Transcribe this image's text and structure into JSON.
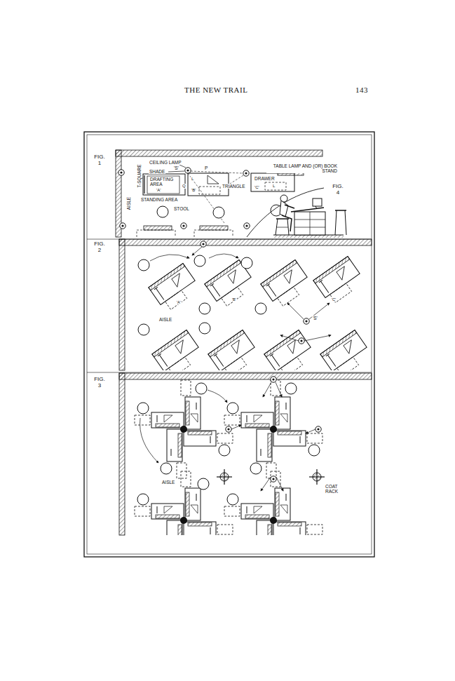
{
  "diagram": {
    "labels": [
      "THE NEW TRAIL",
      "143",
      "FIG. 1",
      "CEILING LAMP",
      "SHADE",
      "'S'",
      "P",
      "TABLE LAMP AND (OR) BOOK STAND",
      "T-SQUARE",
      "DRAFTING AREA",
      "'A'",
      "L",
      "Q",
      "TRIANGLE",
      "'B'",
      "DRAWER",
      "L",
      "'C'",
      "AISLE",
      "STANDING AREA",
      "STOOL",
      "FIG. 4",
      "FIG. 2",
      "'A'",
      "'B'",
      "'C'",
      "AISLE",
      "'S'",
      "FIG. 3",
      "AISLE",
      "COAT RACK"
    ]
  }
}
